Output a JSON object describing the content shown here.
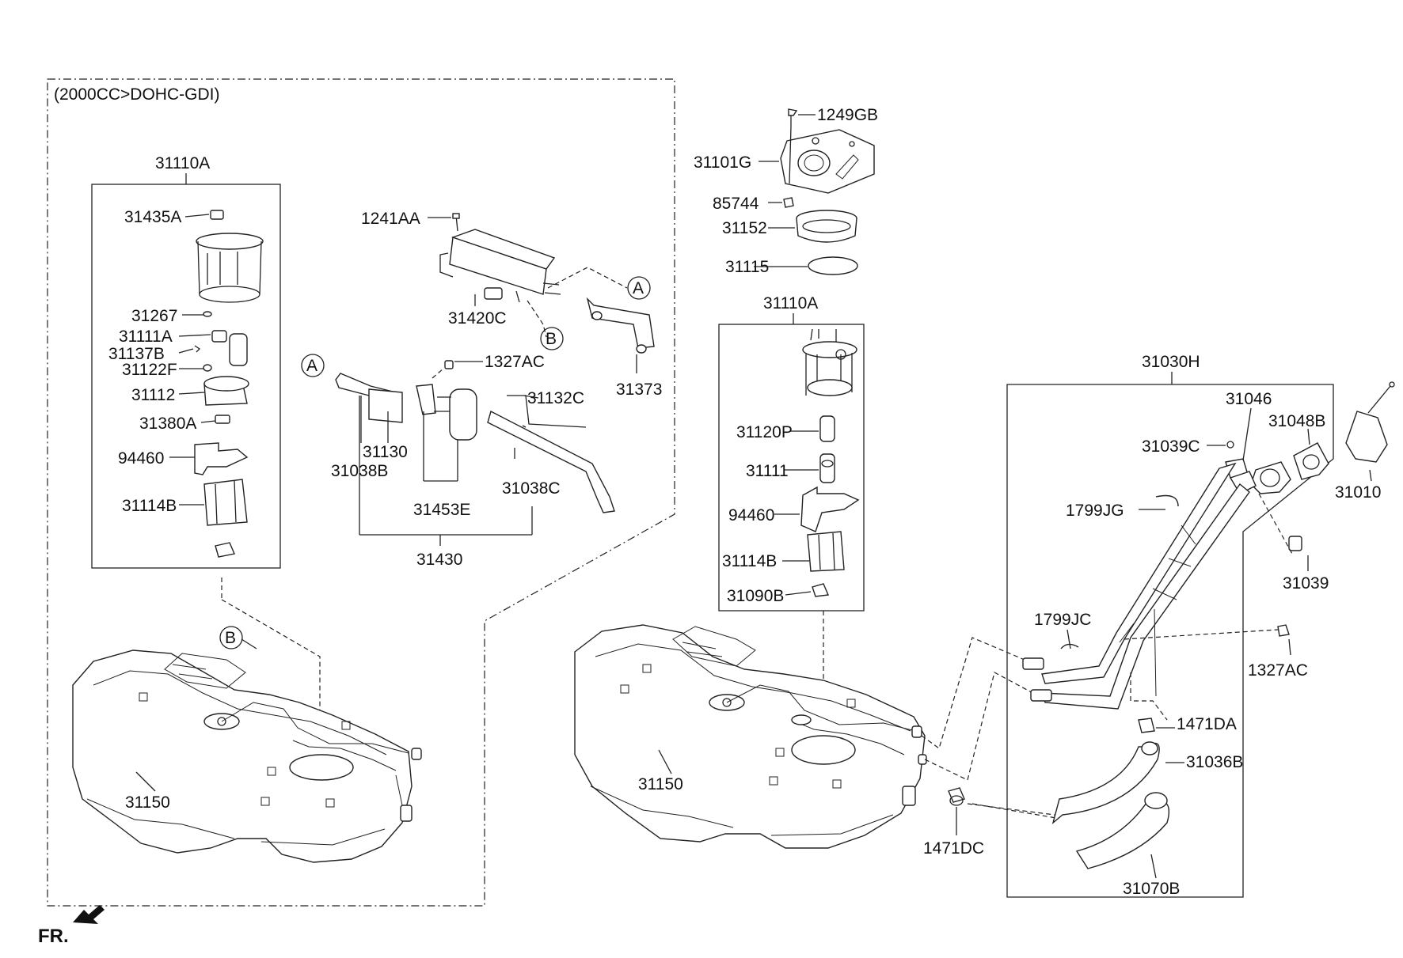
{
  "header_note": "(2000CC>DOHC-GDI)",
  "direction_label": "FR.",
  "callout_markers": {
    "a": "A",
    "b": "B"
  },
  "left_group": {
    "pump_assembly": "31110A",
    "parts": {
      "p31435A": "31435A",
      "p31267": "31267",
      "p31111A": "31111A",
      "p31137B": "31137B",
      "p31122F": "31122F",
      "p31112": "31112",
      "p31380A": "31380A",
      "p94460": "94460",
      "p31114B": "31114B"
    },
    "canister": {
      "p1241AA": "1241AA",
      "p31420C": "31420C",
      "p31373": "31373",
      "p1327AC": "1327AC",
      "p31132C": "31132C",
      "p31130": "31130",
      "p31038B": "31038B",
      "p31038C": "31038C",
      "p31453E": "31453E",
      "p31430": "31430"
    },
    "tank": "31150"
  },
  "center_group": {
    "p1249GB": "1249GB",
    "p31101G": "31101G",
    "p85744": "85744",
    "p31152": "31152",
    "p31115": "31115",
    "pump_assembly": "31110A",
    "p31120P": "31120P",
    "p31111": "31111",
    "p94460": "94460",
    "p31114B": "31114B",
    "p31090B": "31090B",
    "tank": "31150"
  },
  "right_group": {
    "filler_assembly": "31030H",
    "p31046": "31046",
    "p31048B": "31048B",
    "p31039C": "31039C",
    "p31010": "31010",
    "p1799JG": "1799JG",
    "p31039": "31039",
    "p1799JC": "1799JC",
    "p1327AC": "1327AC",
    "p1471DA": "1471DA",
    "p31036B": "31036B",
    "p1471DC": "1471DC",
    "p31070B": "31070B"
  }
}
